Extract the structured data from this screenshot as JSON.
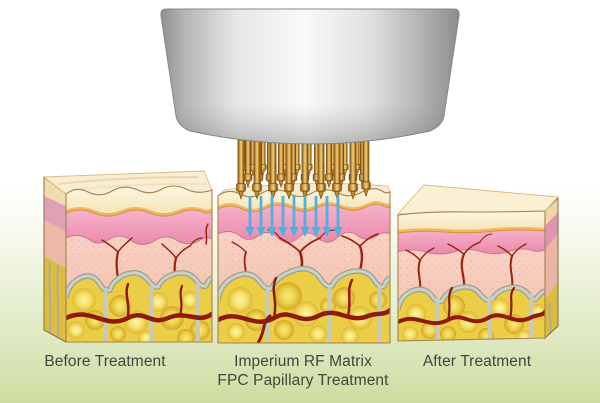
{
  "labels": {
    "before": "Before Treatment",
    "during_line1": "Imperium RF Matrix",
    "during_line2": "FPC Papillary Treatment",
    "after": "After Treatment"
  },
  "illustration": {
    "device_icon": "rf-handpiece",
    "needle_array_icon": "gold-microneedle-matrix",
    "energy_arrow_count": 9,
    "panels": [
      "before-treatment-skin-block",
      "treatment-skin-block",
      "after-treatment-skin-block"
    ]
  },
  "colors": {
    "background_top": "#ffffff",
    "background_bottom": "#cedd9f",
    "device_silver_light": "#fafafa",
    "device_silver_dark": "#8c8c8c",
    "needle_gold": "#cf9a3e",
    "energy_arrow_blue": "#4fb0e4",
    "epidermis_cream": "#f8ecca",
    "basal_orange": "#f2b75e",
    "dermis_pink": "#f0a0bd",
    "dermis_salmon": "#f8d0c2",
    "fat_yellow": "#ecce46",
    "septa_gray": "#c6cabf",
    "vessel_red": "#8e1a0d",
    "label_text": "#43453e"
  }
}
